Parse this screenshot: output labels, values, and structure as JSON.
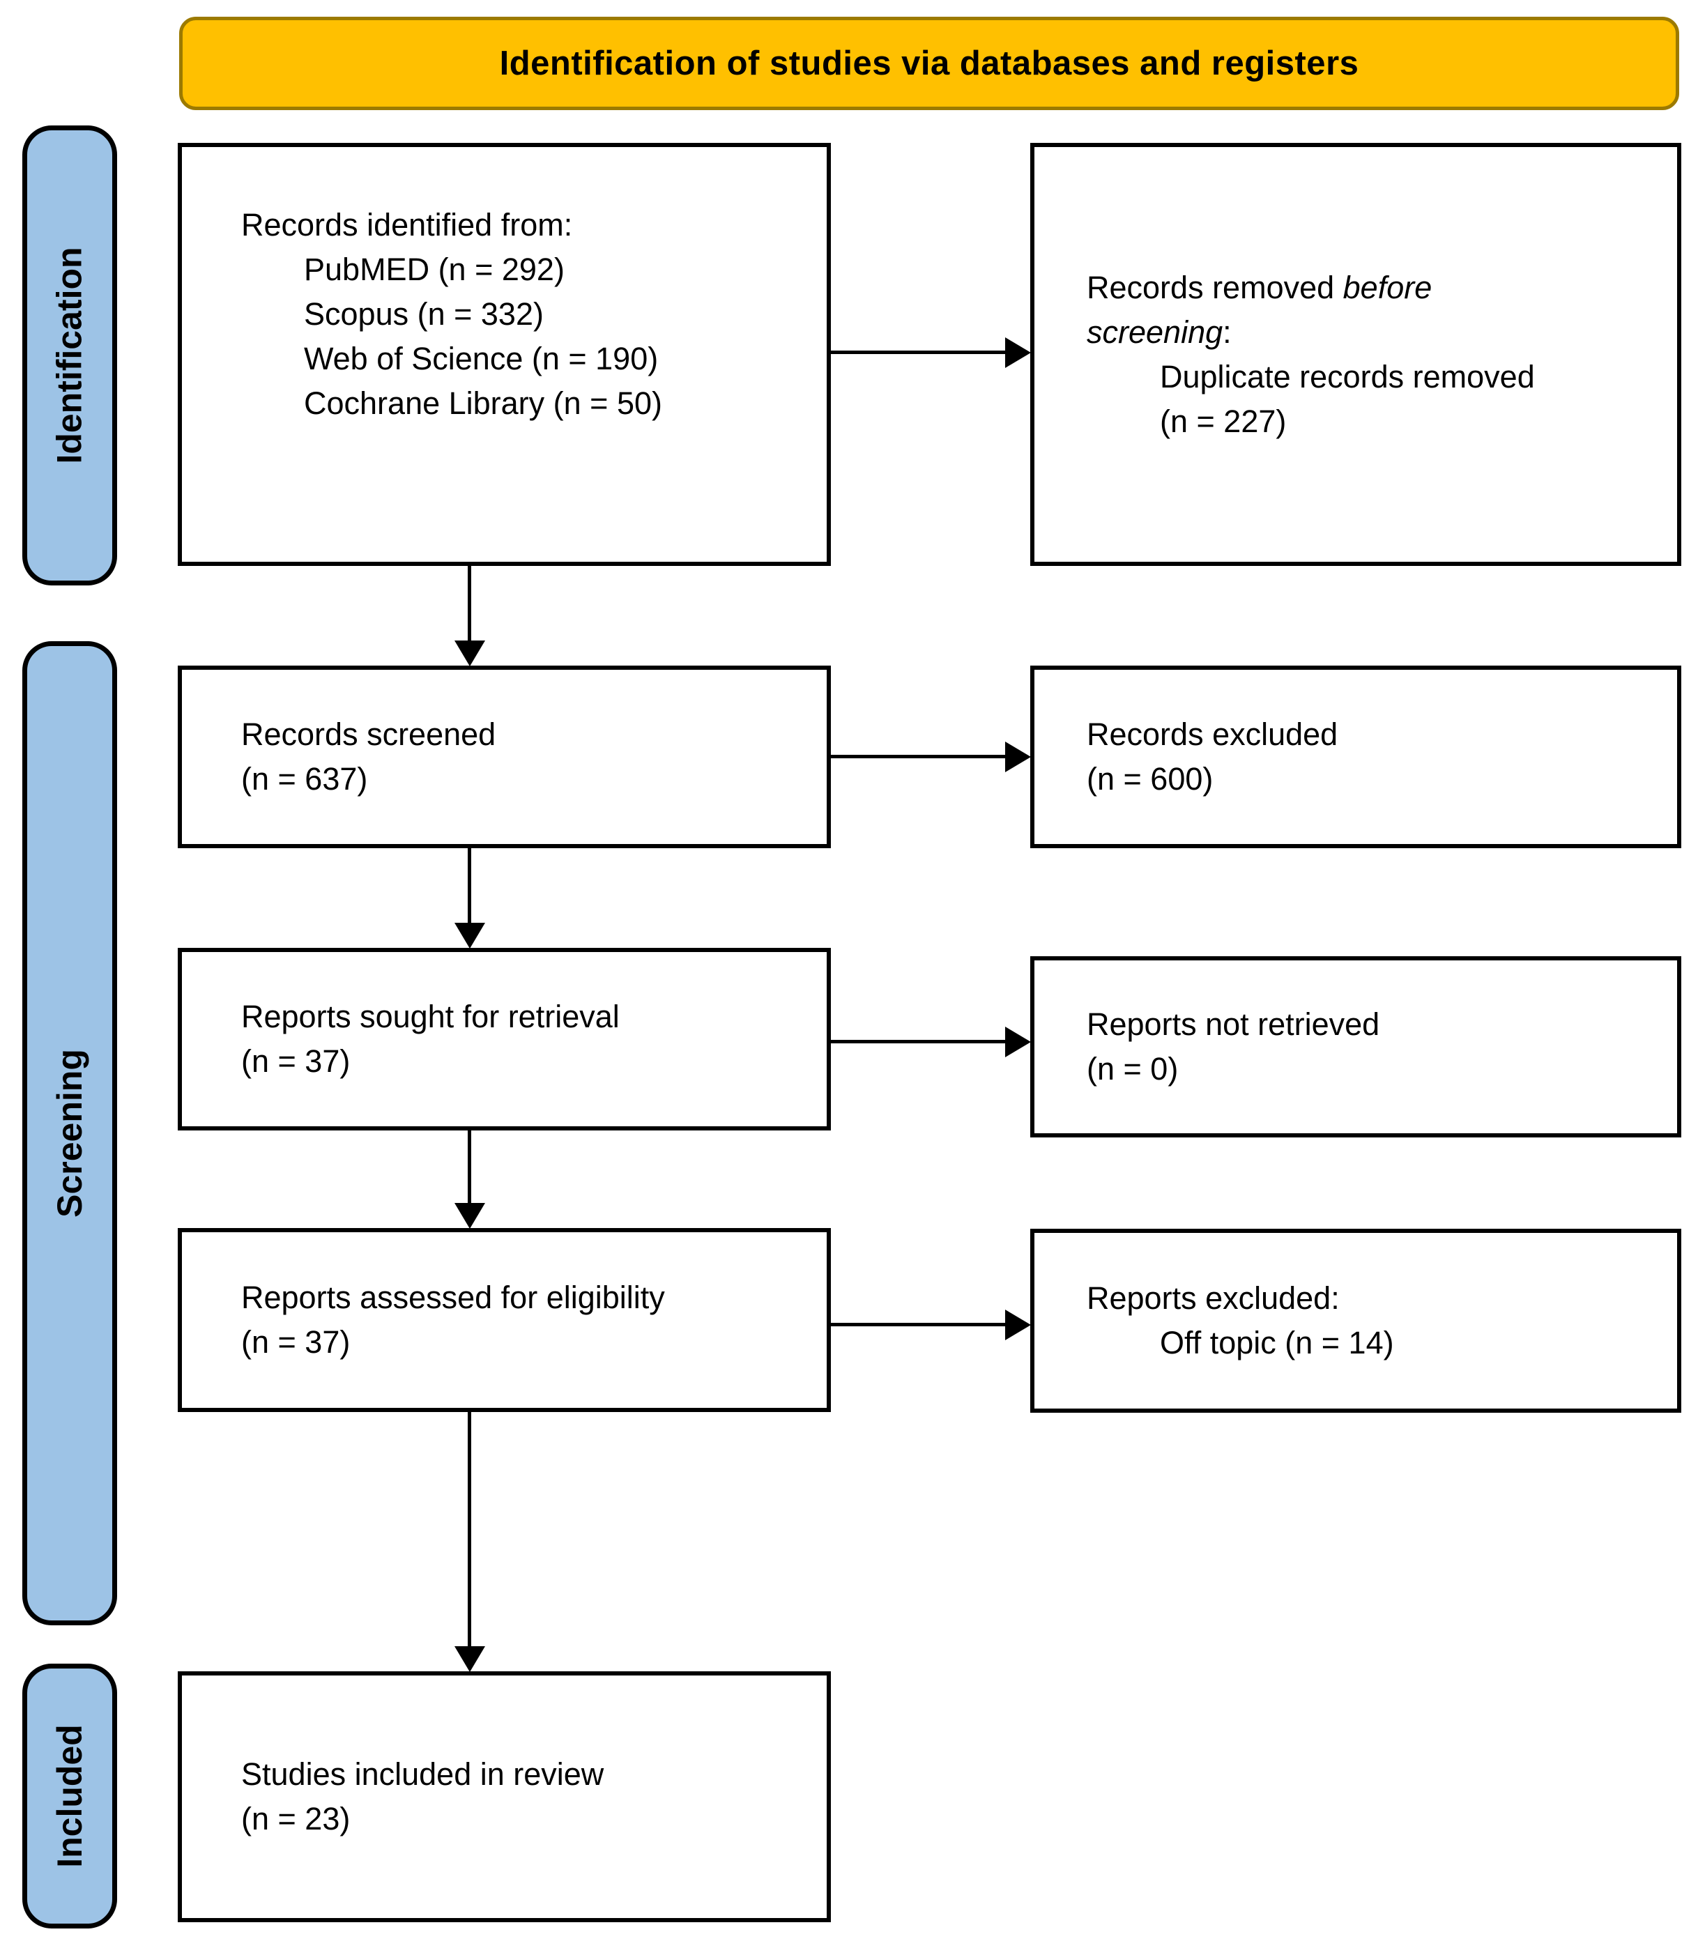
{
  "header": {
    "title": "Identification of studies via databases and registers"
  },
  "stages": {
    "identification": "Identification",
    "screening": "Screening",
    "included": "Included"
  },
  "boxes": {
    "records_identified": {
      "title": "Records identified from:",
      "sources": [
        "PubMED (n = 292)",
        "Scopus (n = 332)",
        "Web of Science (n = 190)",
        "Cochrane Library (n = 50)"
      ]
    },
    "records_removed": {
      "line1_normal": "Records removed ",
      "line1_italic": "before",
      "line2_italic": "screening",
      "line2_normal": ":",
      "reason": "Duplicate records removed",
      "reason_n": "(n = 227)"
    },
    "records_screened": {
      "label": "Records screened",
      "n": "(n = 637)"
    },
    "records_excluded": {
      "label": "Records excluded",
      "n": "(n = 600)"
    },
    "reports_sought": {
      "label": "Reports sought for retrieval",
      "n": "(n = 37)"
    },
    "reports_not_retrieved": {
      "label": "Reports not retrieved",
      "n": "(n = 0)"
    },
    "reports_assessed": {
      "label": "Reports assessed for eligibility",
      "n": "(n = 37)"
    },
    "reports_excluded": {
      "label": "Reports excluded:",
      "reason": "Off topic (n = 14)"
    },
    "studies_included": {
      "label": "Studies included in review",
      "n": "(n = 23)"
    }
  },
  "colors": {
    "banner": "#FFC000",
    "banner_border": "#9C7A00",
    "stage_fill": "#9DC3E6",
    "box_border": "#000000"
  }
}
